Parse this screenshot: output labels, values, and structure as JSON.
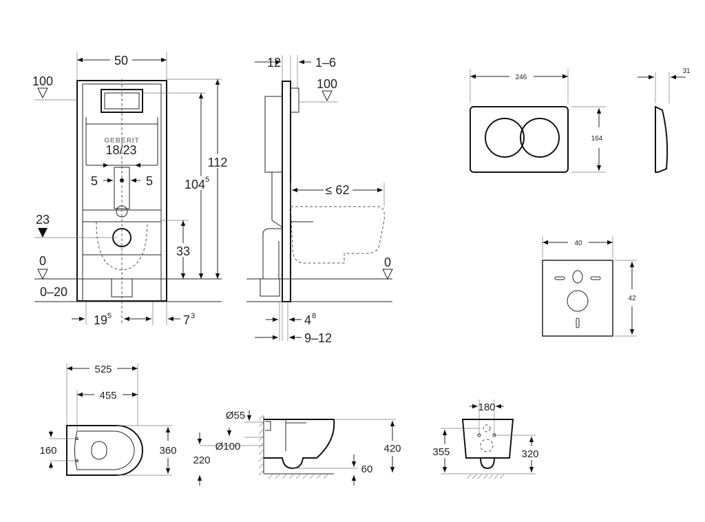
{
  "frame_view": {
    "width": "50",
    "level_top": "100",
    "level_23": "23",
    "level_0": "0",
    "floor_range": "0–20",
    "brand": "GEBERIT",
    "flush_width": "18/23",
    "offset_left": "5",
    "offset_right": "5",
    "height_total": "112",
    "height_actuator": {
      "base": "104",
      "sup": "5"
    },
    "height_drain": "33",
    "bottom_left": {
      "base": "19",
      "sup": "5"
    },
    "bottom_right": {
      "base": "7",
      "sup": "3"
    }
  },
  "side_view": {
    "depth_top": "12",
    "wall_range": "1–6",
    "level_top": "100",
    "bowl_projection": "≤ 62",
    "level_0": "0",
    "bottom_offset": {
      "base": "4",
      "sup": "8"
    },
    "wall_depth": "9–12"
  },
  "flush_plate": {
    "width": "246",
    "height": "164",
    "depth": "31"
  },
  "cover_plate": {
    "width": "40",
    "height": "42"
  },
  "toilet_top_view": {
    "length_total": "525",
    "length_bowl": "455",
    "hole_spacing": "160",
    "width": "360"
  },
  "toilet_side_view": {
    "outlet_diameter_top": "Ø55",
    "outlet_diameter": "Ø100",
    "outlet_height": "220",
    "height": "420",
    "bottom_gap": "60"
  },
  "toilet_front_view": {
    "hole_spacing": "180",
    "height_total": "355",
    "height_holes": "320"
  }
}
